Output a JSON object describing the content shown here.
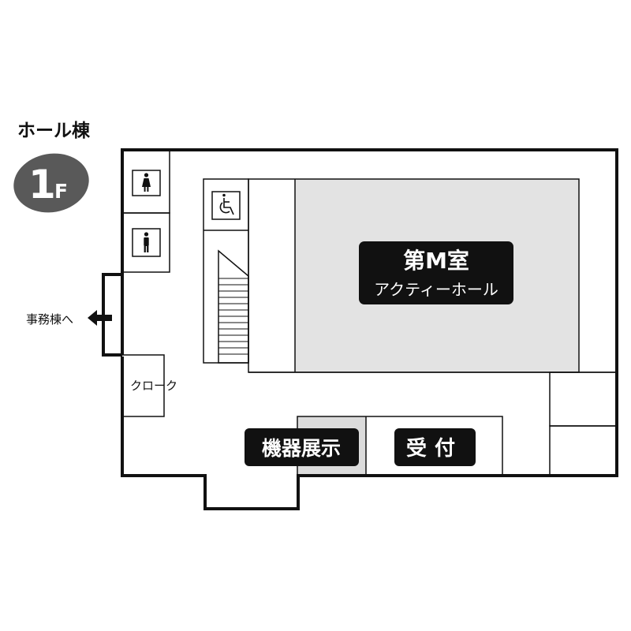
{
  "building": {
    "name": "ホール棟",
    "floor": "1",
    "floor_suffix": "F"
  },
  "rooms": {
    "main_hall": {
      "title": "第M室",
      "subtitle": "アクティーホール"
    },
    "cloakroom": "クローク",
    "exhibit": "機器展示",
    "reception": "受付"
  },
  "links": {
    "office_building": "事務棟へ"
  },
  "icons": [
    "female-restroom-icon",
    "male-restroom-icon",
    "wheelchair-accessible-icon",
    "left-arrow-icon"
  ],
  "colors": {
    "wall": "#111111",
    "hall_fill": "#e3e3e3",
    "exhibit_fill": "#dcdcdc",
    "label_bg": "#111111",
    "label_text": "#ffffff",
    "floor_badge": "#595959"
  }
}
